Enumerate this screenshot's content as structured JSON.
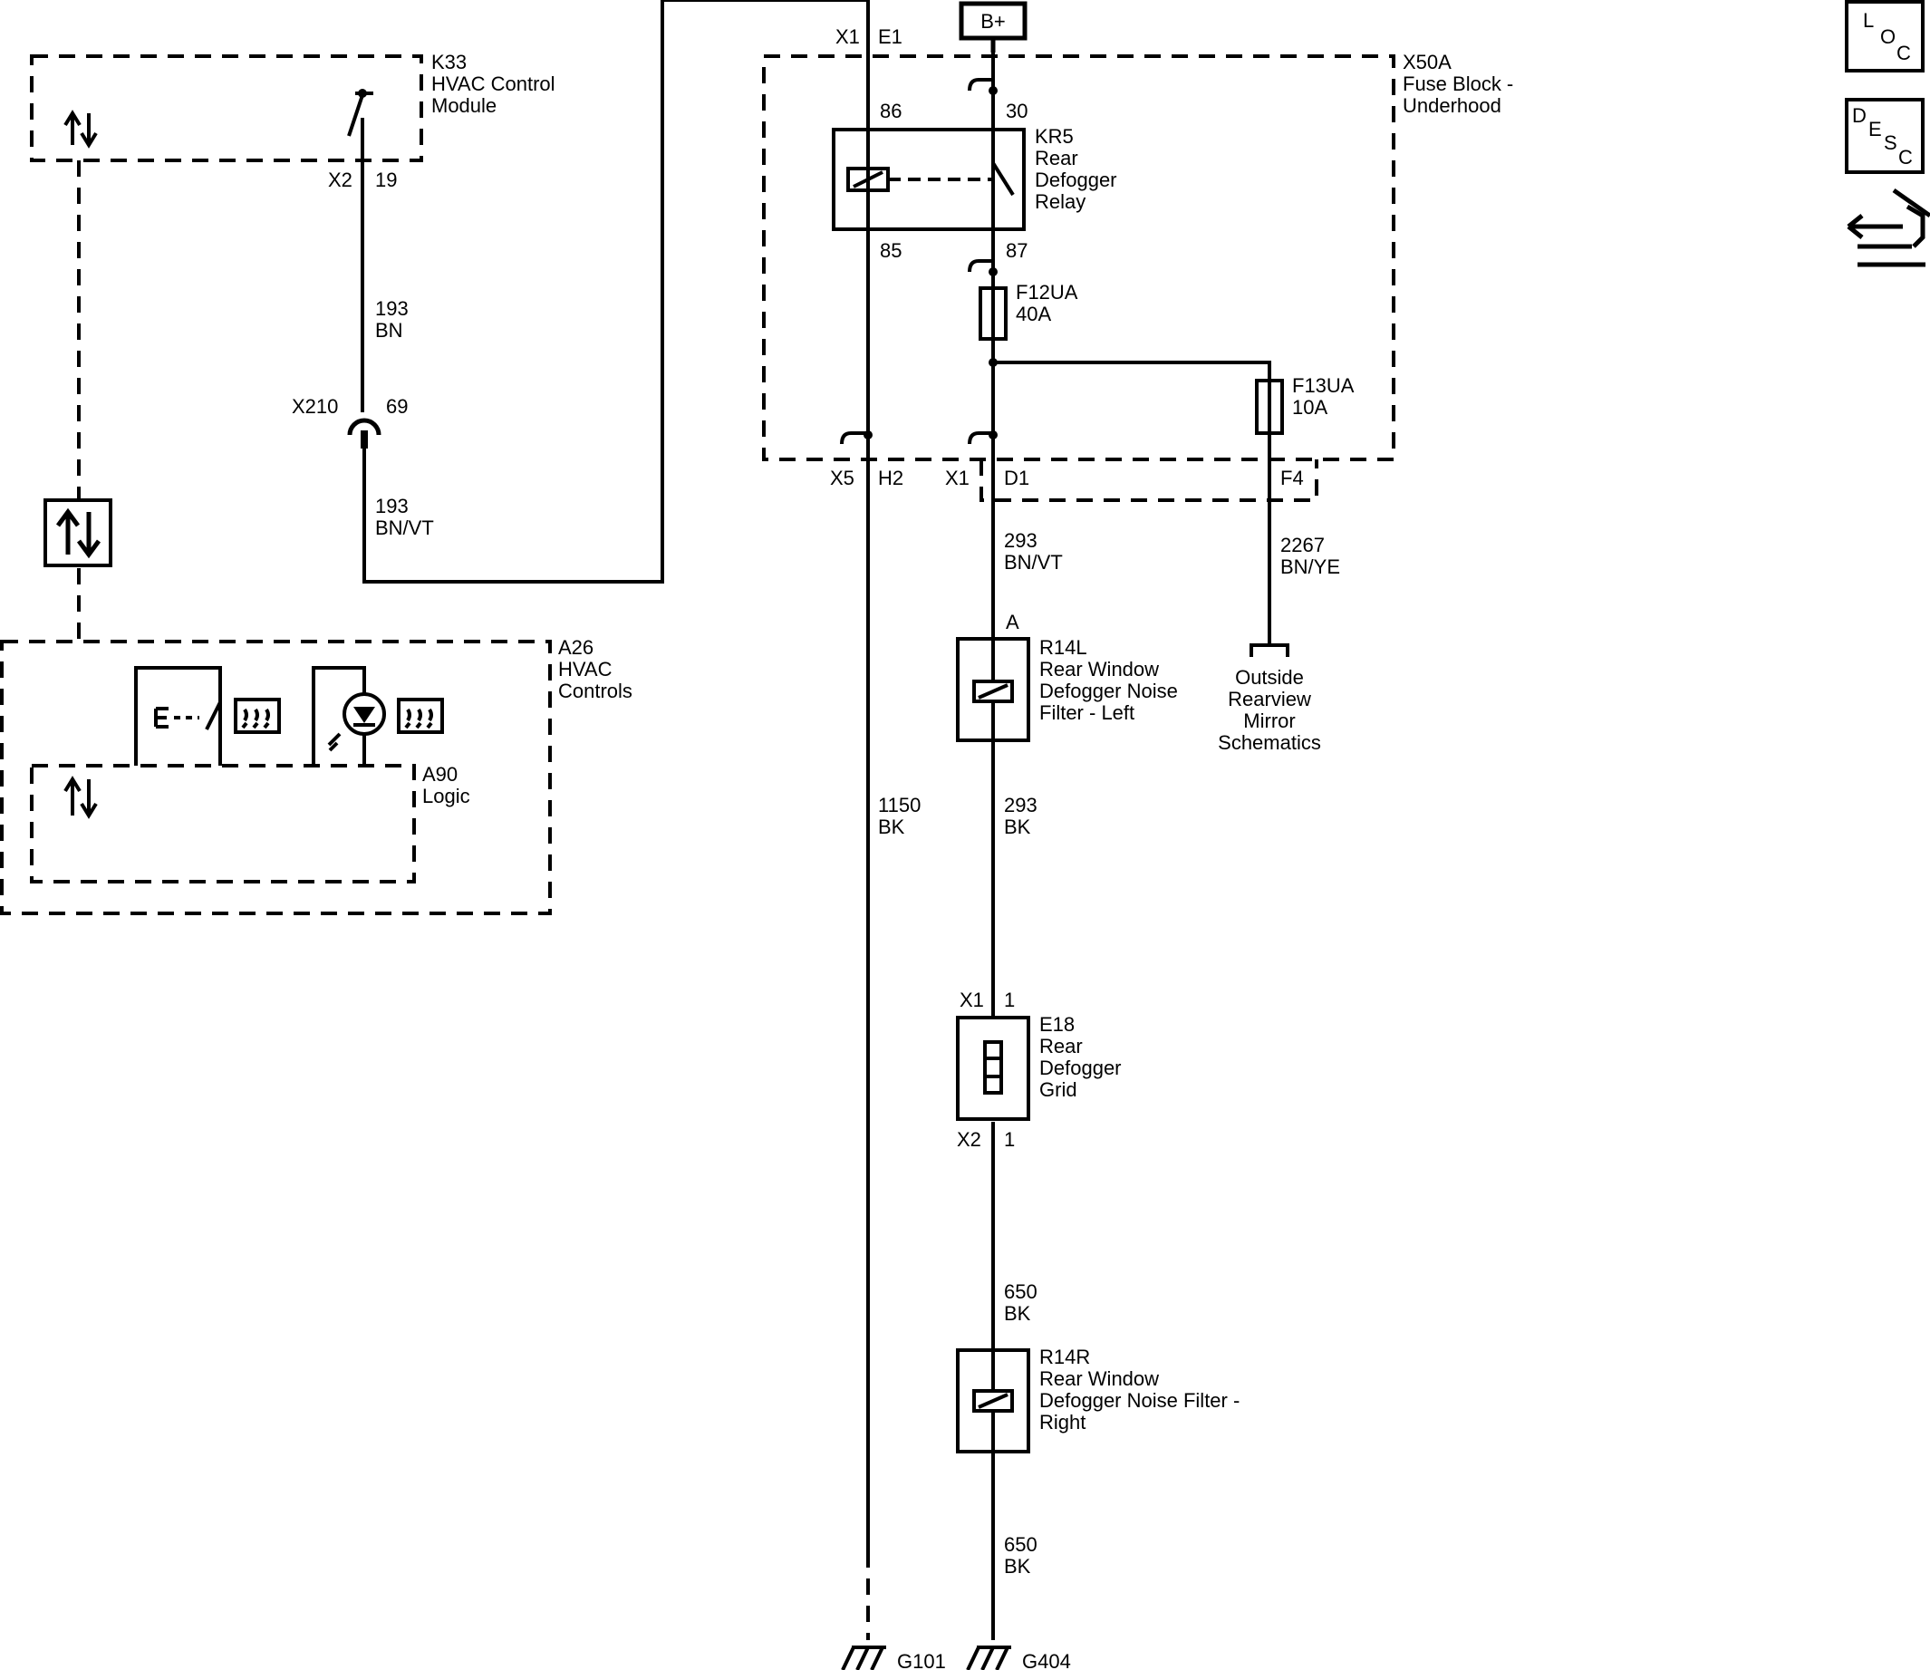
{
  "power_source": "B+",
  "side_icons": {
    "loc": [
      "L",
      "O",
      "C"
    ],
    "desc": [
      "D",
      "E",
      "S",
      "C"
    ],
    "link_icon": "navigation-arrows-icon"
  },
  "k33": {
    "ref": "K33",
    "name_line1": "HVAC Control",
    "name_line2": "Module",
    "conn": "X2",
    "pin": "19"
  },
  "wire193": {
    "circuit": "193",
    "color": "BN"
  },
  "x210": {
    "ref": "X210",
    "pin": "69"
  },
  "wire193b": {
    "circuit": "193",
    "color": "BN/VT"
  },
  "a26": {
    "ref": "A26",
    "name_line1": "HVAC",
    "name_line2": "Controls"
  },
  "a90": {
    "ref": "A90",
    "name": "Logic"
  },
  "x50a": {
    "ref": "X50A",
    "name_line1": "Fuse Block -",
    "name_line2": "Underhood",
    "in_conn": "X1",
    "in_pin": "E1",
    "x5": "X5",
    "h2": "H2",
    "x1": "X1",
    "d1": "D1",
    "f4": "F4"
  },
  "kr5": {
    "ref": "KR5",
    "name_line1": "Rear",
    "name_line2": "Defogger",
    "name_line3": "Relay",
    "pin86": "86",
    "pin30": "30",
    "pin85": "85",
    "pin87": "87"
  },
  "f12ua": {
    "ref": "F12UA",
    "rating": "40A"
  },
  "f13ua": {
    "ref": "F13UA",
    "rating": "10A"
  },
  "wire293": {
    "circuit": "293",
    "color": "BN/VT"
  },
  "wire2267": {
    "circuit": "2267",
    "color": "BN/YE"
  },
  "mirror_ref": {
    "line1": "Outside",
    "line2": "Rearview",
    "line3": "Mirror",
    "line4": "Schematics"
  },
  "r14l": {
    "pin": "A",
    "ref": "R14L",
    "name_line1": "Rear Window",
    "name_line2": "Defogger Noise",
    "name_line3": "Filter - Left"
  },
  "wire293bk": {
    "circuit": "293",
    "color": "BK"
  },
  "wire1150": {
    "circuit": "1150",
    "color": "BK"
  },
  "e18": {
    "ref": "E18",
    "name_line1": "Rear",
    "name_line2": "Defogger",
    "name_line3": "Grid",
    "conn_top": "X1",
    "pin_top": "1",
    "conn_bot": "X2",
    "pin_bot": "1"
  },
  "wire650a": {
    "circuit": "650",
    "color": "BK"
  },
  "r14r": {
    "ref": "R14R",
    "name_line1": "Rear Window",
    "name_line2": "Defogger Noise Filter -",
    "name_line3": "Right"
  },
  "wire650b": {
    "circuit": "650",
    "color": "BK"
  },
  "grounds": {
    "g101": "G101",
    "g404": "G404"
  }
}
